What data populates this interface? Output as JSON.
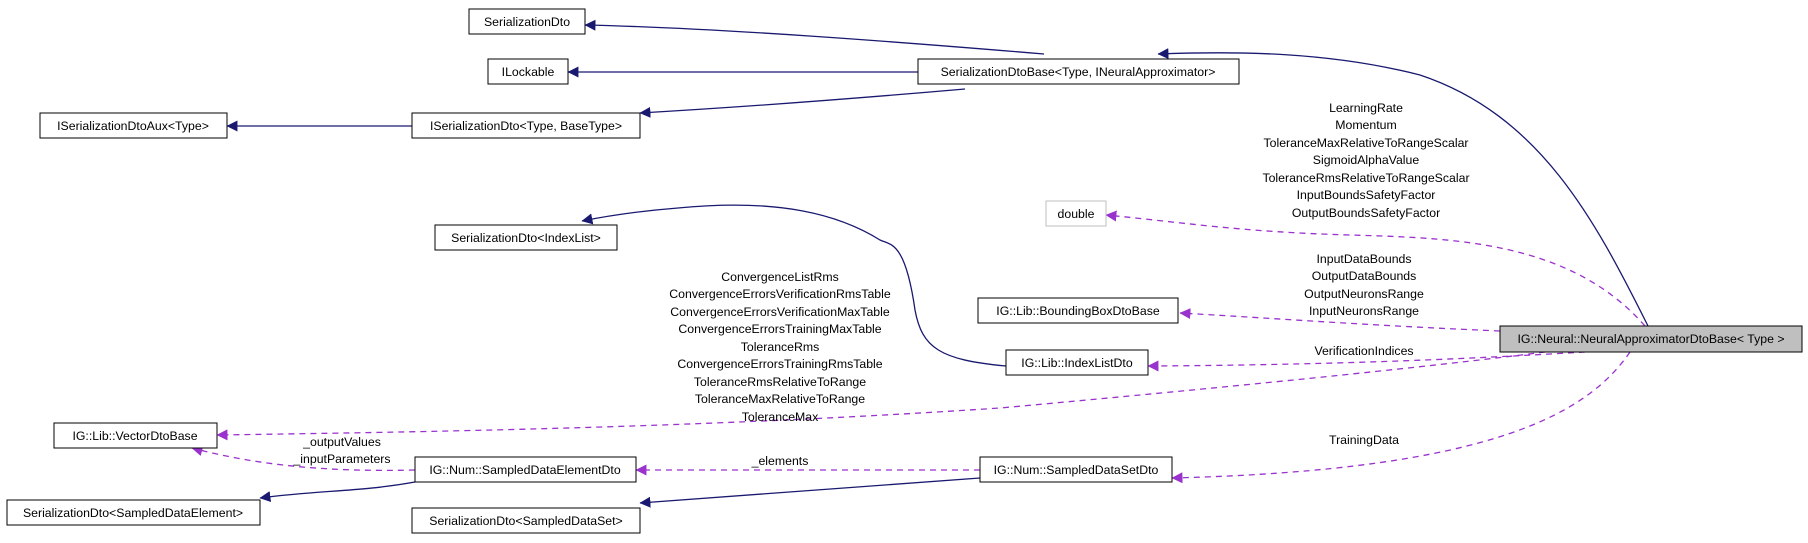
{
  "colors": {
    "inheritance_edge": "#191970",
    "usage_edge": "#9a32cd",
    "highlight_node_fill": "#bfbfbf",
    "primitive_node_border": "#bfbfbf"
  },
  "nodes": {
    "serializationdto": "SerializationDto",
    "ilockable": "ILockable",
    "iserializationdtoaux": "ISerializationDtoAux<Type>",
    "iserializationdto": "ISerializationDto<Type, BaseType>",
    "serializationdtobase": "SerializationDtoBase<Type, INeuralApproximator>",
    "double": "double",
    "serializationdto_indexlist": "SerializationDto<IndexList>",
    "boundingboxdtobase": "IG::Lib::BoundingBoxDtoBase",
    "indexlistdto": "IG::Lib::IndexListDto",
    "neuralapproximator": "IG::Neural::NeuralApproximatorDtoBase< Type >",
    "vectordtobase": "IG::Lib::VectorDtoBase",
    "sampleddataelementdto": "IG::Num::SampledDataElementDto",
    "sampleddatasetdto": "IG::Num::SampledDataSetDto",
    "serializationdto_sampleddataelement": "SerializationDto<SampledDataElement>",
    "serializationdto_sampleddataset": "SerializationDto<SampledDataSet>"
  },
  "edge_labels": {
    "double": [
      "LearningRate",
      "Momentum",
      "ToleranceMaxRelativeToRangeScalar",
      "SigmoidAlphaValue",
      "ToleranceRmsRelativeToRangeScalar",
      "InputBoundsSafetyFactor",
      "OutputBoundsSafetyFactor"
    ],
    "boundingbox": [
      "InputDataBounds",
      "OutputDataBounds",
      "OutputNeuronsRange",
      "InputNeuronsRange"
    ],
    "indexlist": [
      "VerificationIndices"
    ],
    "vector": [
      "ConvergenceListRms",
      "ConvergenceErrorsVerificationRmsTable",
      "ConvergenceErrorsVerificationMaxTable",
      "ConvergenceErrorsTrainingMaxTable",
      "ToleranceRms",
      "ConvergenceErrorsTrainingRmsTable",
      "ToleranceRmsRelativeToRange",
      "ToleranceMaxRelativeToRange",
      "ToleranceMax"
    ],
    "element_vector": [
      "_outputValues",
      "_inputParameters"
    ],
    "elements": [
      "_elements"
    ],
    "training": [
      "TrainingData"
    ]
  }
}
